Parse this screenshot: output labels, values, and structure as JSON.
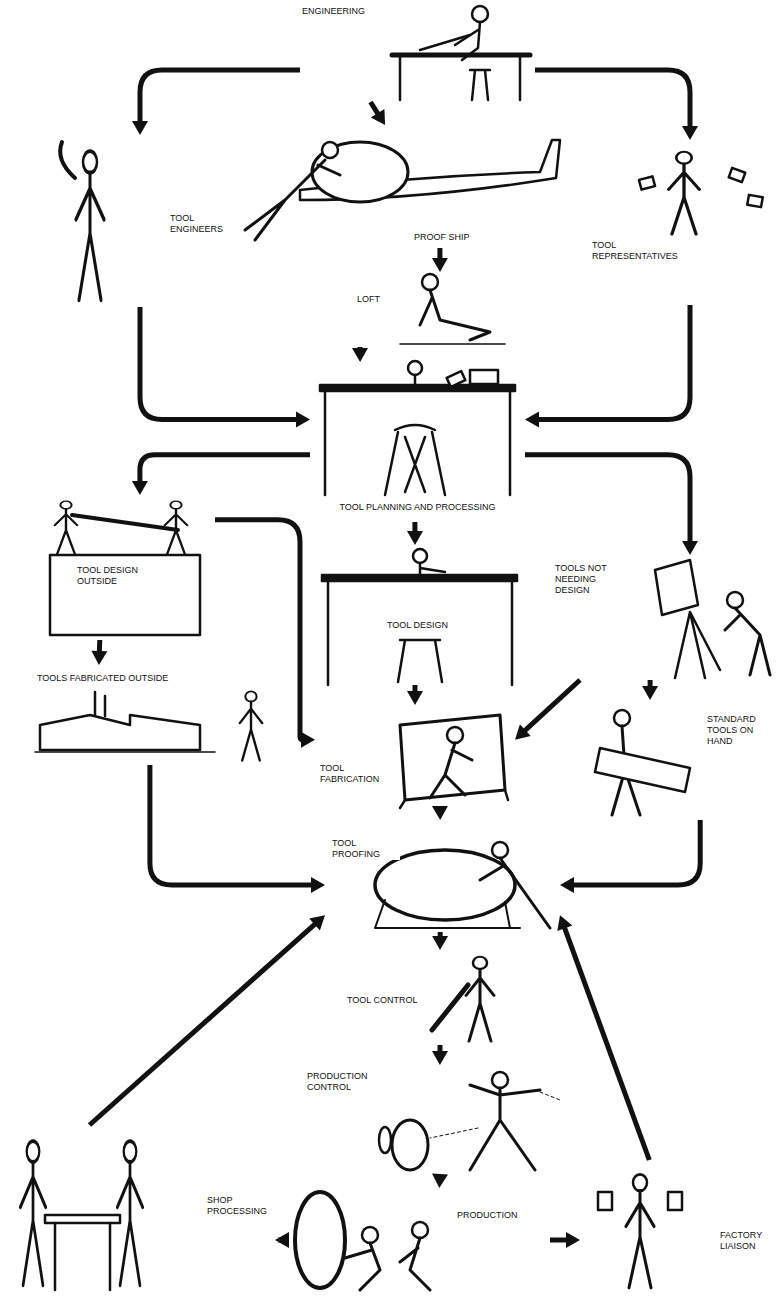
{
  "diagram": {
    "nodes": [
      {
        "text": [
          "ENGINEERING"
        ]
      },
      {
        "text": [
          "PROOF SHIP"
        ]
      },
      {
        "text": [
          "TOOL ENGINEERS"
        ]
      },
      {
        "text": [
          "TOOL REPRESENTATIVES"
        ]
      },
      {
        "text": [
          "LOFT"
        ]
      },
      {
        "text": [
          "TOOL PLANNING AND PROCESSING"
        ]
      },
      {
        "text": [
          "TOOL DESIGN OUTSIDE"
        ]
      },
      {
        "text": [
          "TOOL DESIGN"
        ]
      },
      {
        "text": [
          "TOOLS NOT NEEDING DESIGN"
        ]
      },
      {
        "text": [
          "TOOLS FABRICATED OUTSIDE"
        ]
      },
      {
        "text": [
          "TOOL FABRICATION"
        ]
      },
      {
        "text": [
          "STANDARD TOOLS ON HAND"
        ]
      },
      {
        "text": [
          "TOOL PROOFING"
        ]
      },
      {
        "text": [
          "TOOL CONTROL"
        ]
      },
      {
        "text": [
          "PRODUCTION CONTROL"
        ]
      },
      {
        "text": [
          "SHOP PROCESSING"
        ]
      },
      {
        "text": [
          "PRODUCTION"
        ]
      },
      {
        "text": [
          "FACTORY LIAISON"
        ]
      }
    ],
    "edges": [
      {
        "from": 0,
        "to": 2,
        "arrow": "to"
      },
      {
        "from": 0,
        "to": 1,
        "arrow": "to"
      },
      {
        "from": 0,
        "to": 3,
        "arrow": "to"
      },
      {
        "from": 1,
        "to": 4,
        "arrow": "to"
      },
      {
        "from": 2,
        "to": 5,
        "arrow": "to"
      },
      {
        "from": 4,
        "to": 5,
        "arrow": "to"
      },
      {
        "from": 3,
        "to": 5,
        "arrow": "to"
      },
      {
        "from": 5,
        "to": 6,
        "arrow": "to"
      },
      {
        "from": 5,
        "to": 7,
        "arrow": "to"
      },
      {
        "from": 5,
        "to": 8,
        "arrow": "to"
      },
      {
        "from": 6,
        "to": 9,
        "arrow": "to"
      },
      {
        "from": 6,
        "to": 10,
        "arrow": "to"
      },
      {
        "from": 7,
        "to": 10,
        "arrow": "to"
      },
      {
        "from": 8,
        "to": 10,
        "arrow": "to"
      },
      {
        "from": 8,
        "to": 11,
        "arrow": "to"
      },
      {
        "from": 9,
        "to": 12,
        "arrow": "to"
      },
      {
        "from": 10,
        "to": 12,
        "arrow": "to"
      },
      {
        "from": 11,
        "to": 12,
        "arrow": "to"
      },
      {
        "from": 12,
        "to": 13,
        "arrow": "to"
      },
      {
        "from": 13,
        "to": 14,
        "arrow": "to"
      },
      {
        "from": 14,
        "to": 16,
        "arrow": "to"
      },
      {
        "from": 16,
        "to": 15,
        "arrow": "to"
      },
      {
        "from": 16,
        "to": 17,
        "arrow": "to"
      },
      {
        "from": 15,
        "to": 12,
        "arrow": "to"
      },
      {
        "from": 17,
        "to": 12,
        "arrow": "to"
      }
    ]
  }
}
